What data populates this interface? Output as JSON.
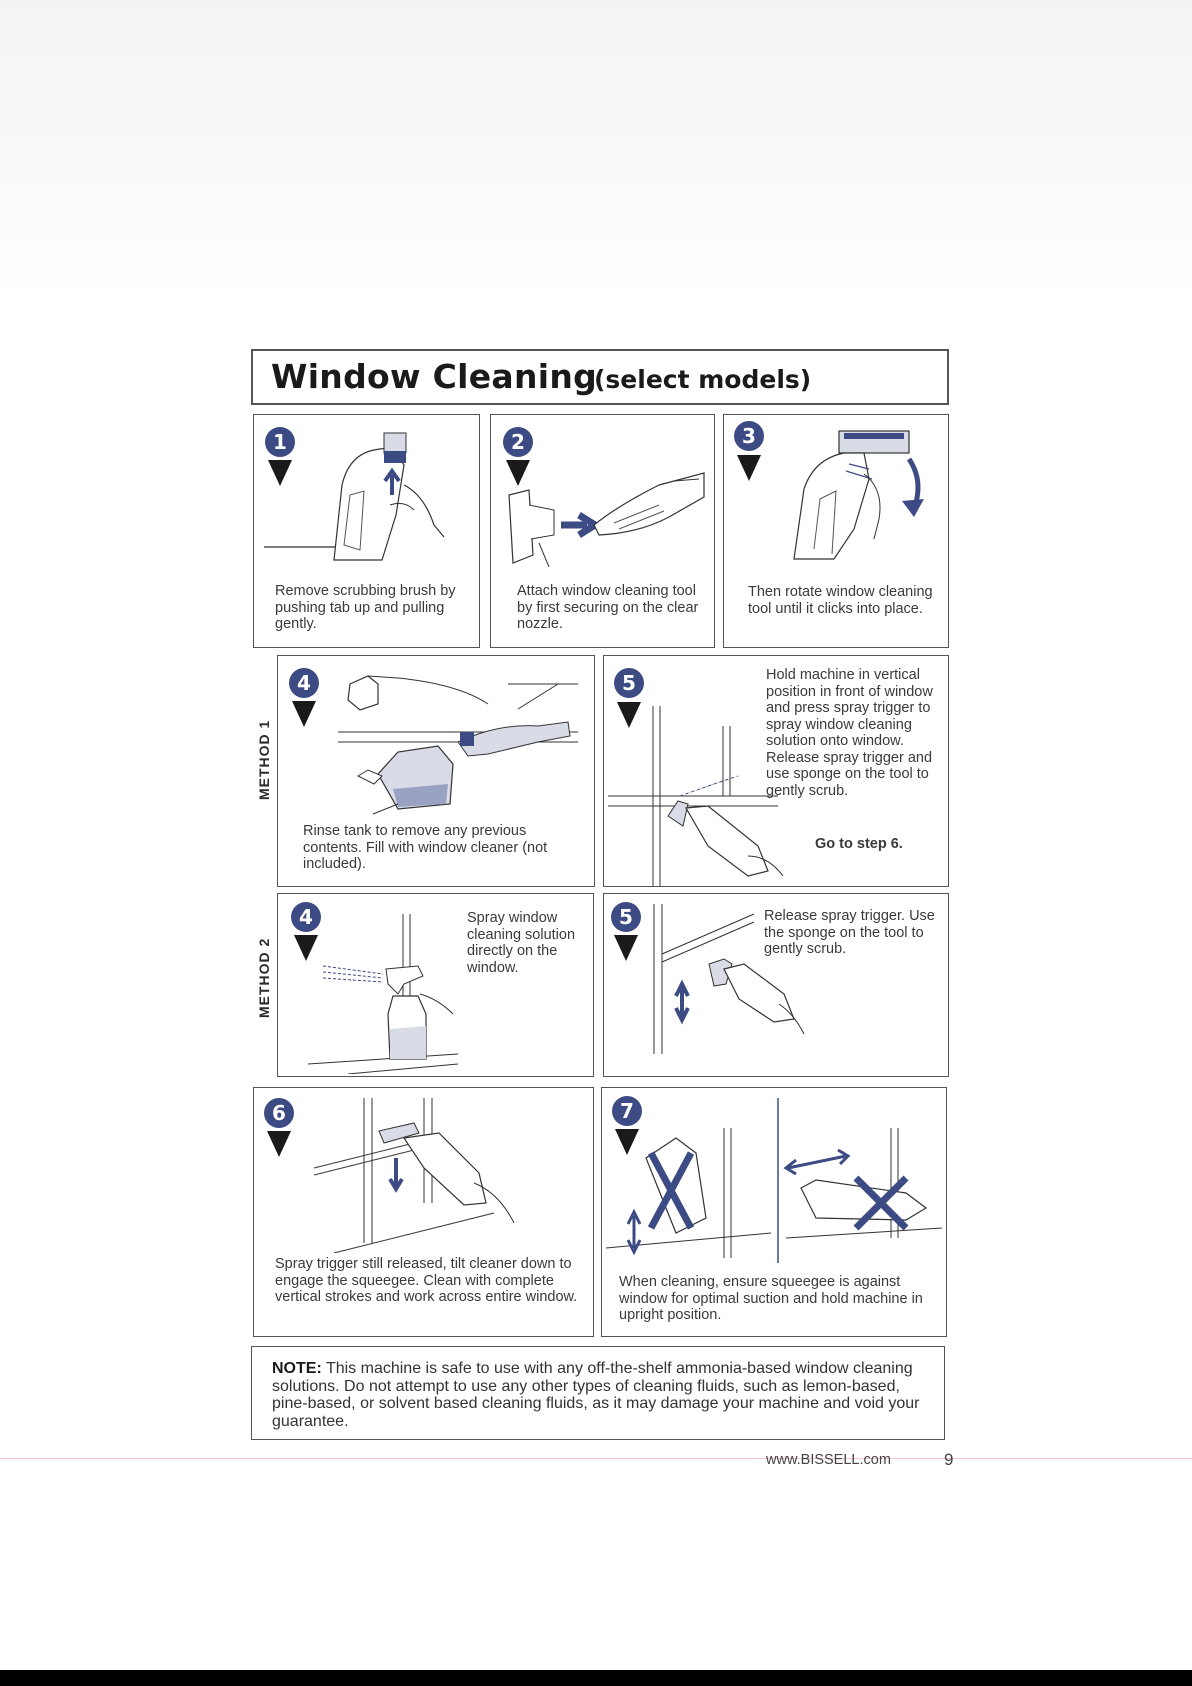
{
  "title": {
    "main": "Window Cleaning",
    "sub": "(select models)"
  },
  "method_labels": {
    "m1": "METHOD 1",
    "m2": "METHOD 2"
  },
  "steps": {
    "s1": {
      "num": "1",
      "text": "Remove scrubbing brush by pushing tab up and pulling gently."
    },
    "s2": {
      "num": "2",
      "text": "Attach window cleaning tool by first securing on the clear nozzle."
    },
    "s3": {
      "num": "3",
      "text": "Then rotate window cleaning tool until it clicks into place."
    },
    "m1_s4": {
      "num": "4",
      "text": "Rinse tank to remove any previous contents.  Fill with window cleaner (not included)."
    },
    "m1_s5": {
      "num": "5",
      "text": "Hold machine in vertical position in front of window and press spray trigger to spray window cleaning solution onto window. Release spray trigger and use sponge on the tool to gently scrub.",
      "goto": "Go to step 6."
    },
    "m2_s4": {
      "num": "4",
      "text": "Spray window cleaning solution directly on the window."
    },
    "m2_s5": {
      "num": "5",
      "text": "Release spray trigger. Use the sponge on the tool to gently scrub."
    },
    "s6": {
      "num": "6",
      "text": "Spray trigger still released, tilt cleaner down to engage the squeegee. Clean with complete vertical strokes and work across entire window."
    },
    "s7": {
      "num": "7",
      "text": "When cleaning, ensure squeegee is against window for optimal suction and hold machine in upright position."
    }
  },
  "note": {
    "label": "NOTE:",
    "text": "This machine is safe to use with any off-the-shelf ammonia-based window cleaning solutions.  Do not attempt to use any other types of cleaning fluids, such as lemon-based, pine-based, or solvent based cleaning fluids, as it may damage your machine and void your guarantee."
  },
  "footer": {
    "url": "www.BISSELL.com",
    "page": "9"
  },
  "colors": {
    "accent": "#3d4b85",
    "line": "#555555"
  }
}
